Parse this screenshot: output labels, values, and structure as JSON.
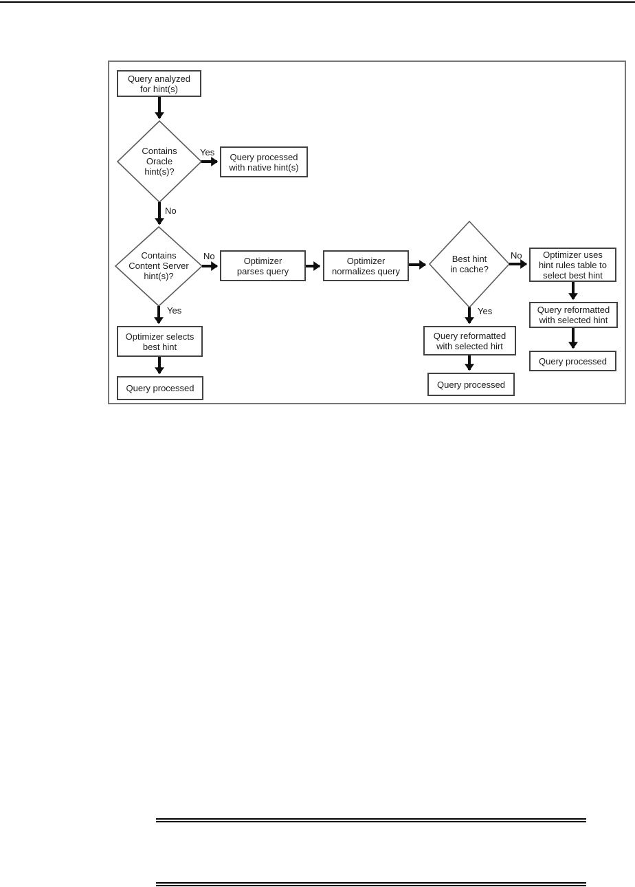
{
  "flowchart": {
    "nodes": {
      "query_analyzed": "Query analyzed\nfor hint(s)",
      "contains_oracle_hints": "Contains\nOracle\nhint(s)?",
      "processed_native_hints": "Query processed\nwith native hint(s)",
      "contains_content_server_hints": "Contains\nContent Server\nhint(s)?",
      "optimizer_parses_query": "Optimizer\nparses query",
      "optimizer_normalizes_query": "Optimizer\nnormalizes query",
      "best_hint_in_cache": "Best hint\nin cache?",
      "optimizer_uses_hint_rules": "Optimizer uses\nhint rules table to\nselect best hint",
      "query_reformatted_right": "Query reformatted\nwith selected hint",
      "query_processed_right": "Query processed",
      "query_reformatted_mid": "Query reformatted\nwith selected hirt",
      "query_processed_mid": "Query processed",
      "optimizer_selects_best_hint": "Optimizer selects\nbest hint",
      "query_processed_left": "Query processed"
    },
    "edge_labels": {
      "oracle_yes": "Yes",
      "oracle_no": "No",
      "content_server_no": "No",
      "content_server_yes": "Yes",
      "cache_no": "No",
      "cache_yes": "Yes"
    },
    "colors": {
      "frame_border": "#767676",
      "node_border": "#424242",
      "diamond_stroke": "#5a5a5a",
      "arrow": "#0e0e0e",
      "text": "#1b1b1b",
      "rule": "#000000"
    }
  }
}
